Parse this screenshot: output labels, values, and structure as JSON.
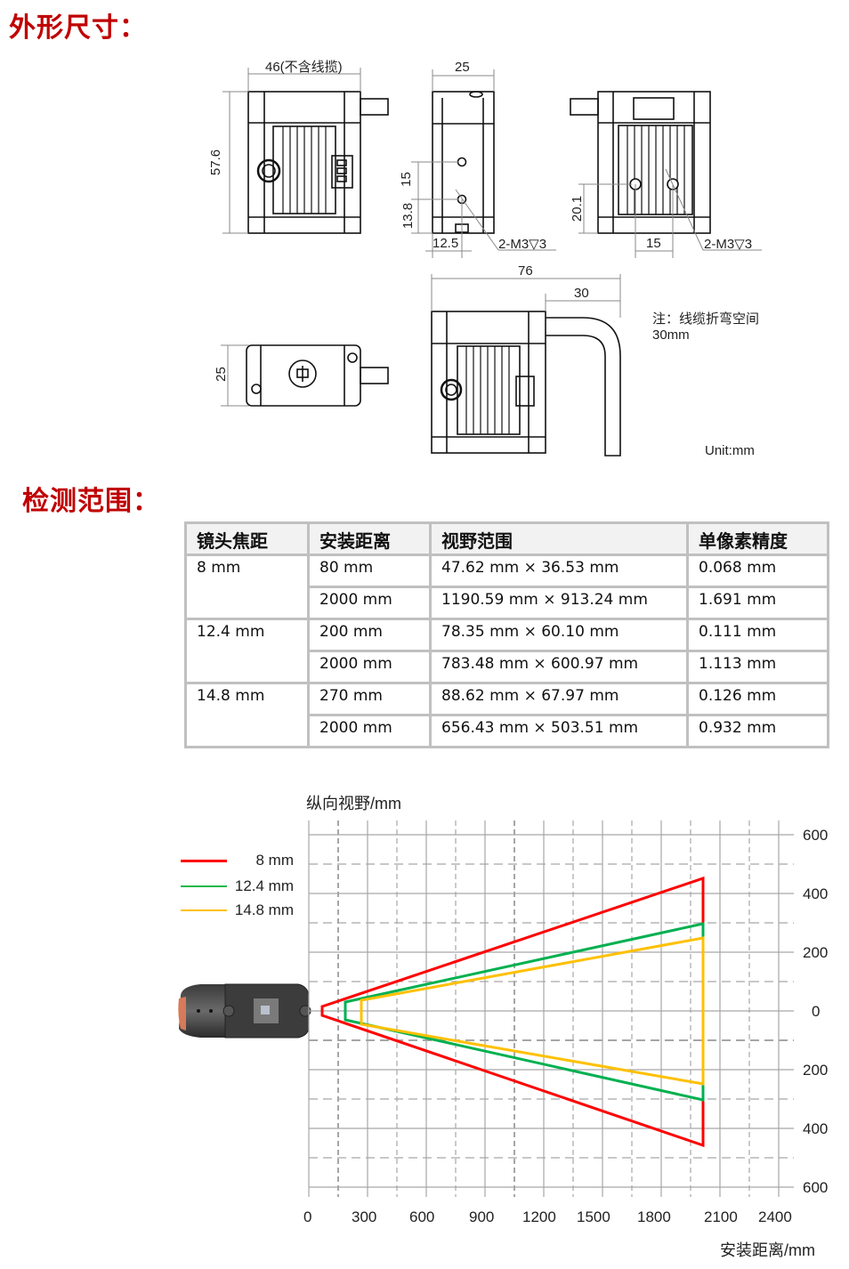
{
  "sections": {
    "dimensions_title": "外形尺寸：",
    "detection_title": "检测范围："
  },
  "drawing": {
    "front_view": {
      "width_label": "46(不含线揽)",
      "height_label": "57.6"
    },
    "side_view": {
      "width_label": "25",
      "hole_spacing": "15",
      "hole_offset_v": "13.8",
      "hole_offset_h": "12.5",
      "thread_label": "2-M3▽3"
    },
    "back_view": {
      "hole_height": "20.1",
      "hole_spacing": "15",
      "thread_label": "2-M3▽3"
    },
    "top_view": {
      "height_label": "25"
    },
    "bent_cable_view": {
      "total_label": "76",
      "cable_label": "30"
    },
    "note_line1": "注：线缆折弯空间",
    "note_line2": "30mm",
    "unit": "Unit:mm"
  },
  "table": {
    "headers": [
      "镜头焦距",
      "安装距离",
      "视野范围",
      "单像素精度"
    ],
    "groups": [
      {
        "focal": "8 mm",
        "rows": [
          {
            "distance": "80 mm",
            "fov": "47.62 mm × 36.53 mm",
            "precision": "0.068 mm"
          },
          {
            "distance": "2000 mm",
            "fov": "1190.59 mm × 913.24 mm",
            "precision": "1.691 mm"
          }
        ]
      },
      {
        "focal": "12.4 mm",
        "rows": [
          {
            "distance": "200 mm",
            "fov": "78.35 mm × 60.10 mm",
            "precision": "0.111 mm"
          },
          {
            "distance": "2000 mm",
            "fov": "783.48 mm × 600.97 mm",
            "precision": "1.113 mm"
          }
        ]
      },
      {
        "focal": "14.8 mm",
        "rows": [
          {
            "distance": "270 mm",
            "fov": "88.62 mm × 67.97 mm",
            "precision": "0.126 mm"
          },
          {
            "distance": "2000 mm",
            "fov": "656.43 mm × 503.51 mm",
            "precision": "0.932 mm"
          }
        ]
      }
    ]
  },
  "chart_data": {
    "type": "line",
    "title": "",
    "ylabel": "纵向视野/mm",
    "xlabel": "安装距离/mm",
    "x_ticks": [
      "0",
      "300",
      "600",
      "900",
      "1200",
      "1500",
      "1800",
      "2100",
      "2400"
    ],
    "y_ticks": [
      "600",
      "400",
      "200",
      "0",
      "200",
      "400",
      "600"
    ],
    "xlim": [
      0,
      2400
    ],
    "ylim": [
      -600,
      600
    ],
    "grid": true,
    "legend_position": "left",
    "series": [
      {
        "name": "8 mm",
        "color": "#ff0000",
        "near_distance": 80,
        "far_distance": 2000,
        "near_half_height": 18.3,
        "far_half_height": 456.6
      },
      {
        "name": "12.4 mm",
        "color": "#00b050",
        "near_distance": 200,
        "far_distance": 2000,
        "near_half_height": 30.1,
        "far_half_height": 300.5
      },
      {
        "name": "14.8 mm",
        "color": "#ffc000",
        "near_distance": 270,
        "far_distance": 2000,
        "near_half_height": 34.0,
        "far_half_height": 251.8
      }
    ]
  }
}
